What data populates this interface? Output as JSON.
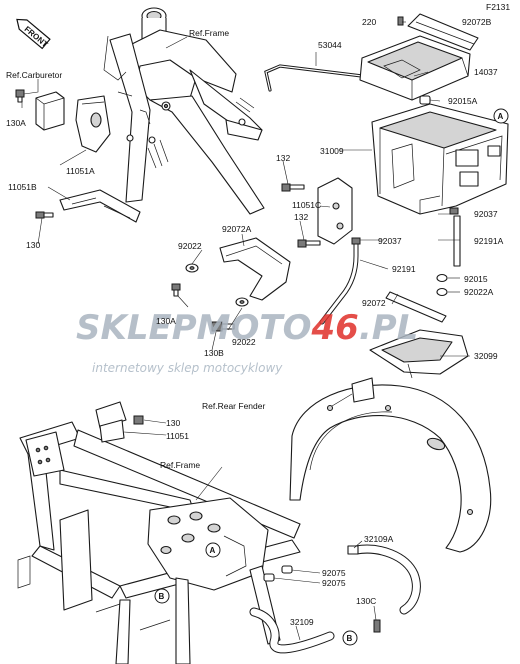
{
  "diagram_id": "F2131",
  "front_badge": "FRONT",
  "references": {
    "frame_top": "Ref.Frame",
    "carburetor": "Ref.Carburetor",
    "rear_fender": "Ref.Rear Fender",
    "frame_bottom": "Ref.Frame"
  },
  "callouts": {
    "a": "A",
    "b": "B"
  },
  "parts": {
    "p220": "220",
    "p92072b": "92072B",
    "p53044": "53044",
    "p14037": "14037",
    "p92015a": "92015A",
    "p130a_top": "130A",
    "p11051a": "11051A",
    "p11051b": "11051B",
    "p130_left": "130",
    "p132_a": "132",
    "p31009": "31009",
    "p11051c": "11051C",
    "p132_b": "132",
    "p92037_a": "92037",
    "p92037_b": "92037",
    "p92191a": "92191A",
    "p92072a": "92072A",
    "p92022": "92022",
    "p92191": "92191",
    "p92015": "92015",
    "p92022a": "92022A",
    "p130a_mid": "130A",
    "p92072": "92072",
    "p92022_b": "92022",
    "p130b": "130B",
    "p32099": "32099",
    "p130_mid": "130",
    "p11051": "11051",
    "p32109a": "32109A",
    "p92075_a": "92075",
    "p92075_b": "92075",
    "p130c": "130C",
    "p32109": "32109"
  },
  "watermark": {
    "brand_a": "SKLEP",
    "brand_b": "MOTO",
    "brand_c": "46",
    "brand_d": ".PL",
    "tagline": "internetowy sklep motocyklowy",
    "color_grey": "#aab5c0",
    "color_red": "#e0302a"
  }
}
